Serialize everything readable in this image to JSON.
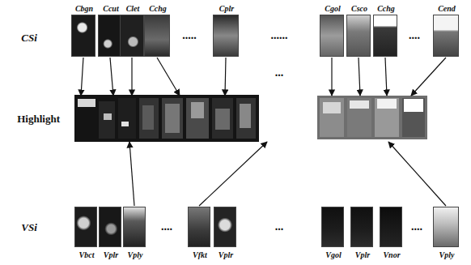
{
  "diagram": {
    "nodes": [
      {
        "text": [
          "Cbgn"
        ]
      },
      {
        "text": [
          "Ccut"
        ]
      },
      {
        "text": [
          "Clet"
        ]
      },
      {
        "text": [
          "Cchg"
        ]
      },
      {
        "text": [
          "Cplr"
        ]
      },
      {
        "text": [
          "Cgol"
        ]
      },
      {
        "text": [
          "Csco"
        ]
      },
      {
        "text": [
          "Cchg"
        ]
      },
      {
        "text": [
          "Cend"
        ]
      },
      {
        "text": [
          "Highlight"
        ]
      },
      {
        "text": [
          "Vbct"
        ]
      },
      {
        "text": [
          "Vplr"
        ]
      },
      {
        "text": [
          "Vply"
        ]
      },
      {
        "text": [
          "Vfkt"
        ]
      },
      {
        "text": [
          "Vplr"
        ]
      },
      {
        "text": [
          "Vgol"
        ]
      },
      {
        "text": [
          "Vplr"
        ]
      },
      {
        "text": [
          "Vnor"
        ]
      },
      {
        "text": [
          "Vply"
        ]
      }
    ],
    "edges": [
      {
        "from": 0,
        "to": 9,
        "arrow": "to"
      },
      {
        "from": 1,
        "to": 9,
        "arrow": "to"
      },
      {
        "from": 2,
        "to": 9,
        "arrow": "to"
      },
      {
        "from": 3,
        "to": 9,
        "arrow": "to"
      },
      {
        "from": 4,
        "to": 9,
        "arrow": "to"
      },
      {
        "from": 5,
        "to": 9,
        "arrow": "to"
      },
      {
        "from": 6,
        "to": 9,
        "arrow": "to"
      },
      {
        "from": 7,
        "to": 9,
        "arrow": "to"
      },
      {
        "from": 8,
        "to": 9,
        "arrow": "to"
      },
      {
        "from": 12,
        "to": 9,
        "arrow": "to"
      },
      {
        "from": 13,
        "to": 9,
        "arrow": "to"
      },
      {
        "from": 18,
        "to": 9,
        "arrow": "to"
      }
    ],
    "labels": [
      "CSi",
      ".....",
      "......",
      "....",
      "...",
      "VSi",
      "....",
      "...",
      "...."
    ]
  }
}
